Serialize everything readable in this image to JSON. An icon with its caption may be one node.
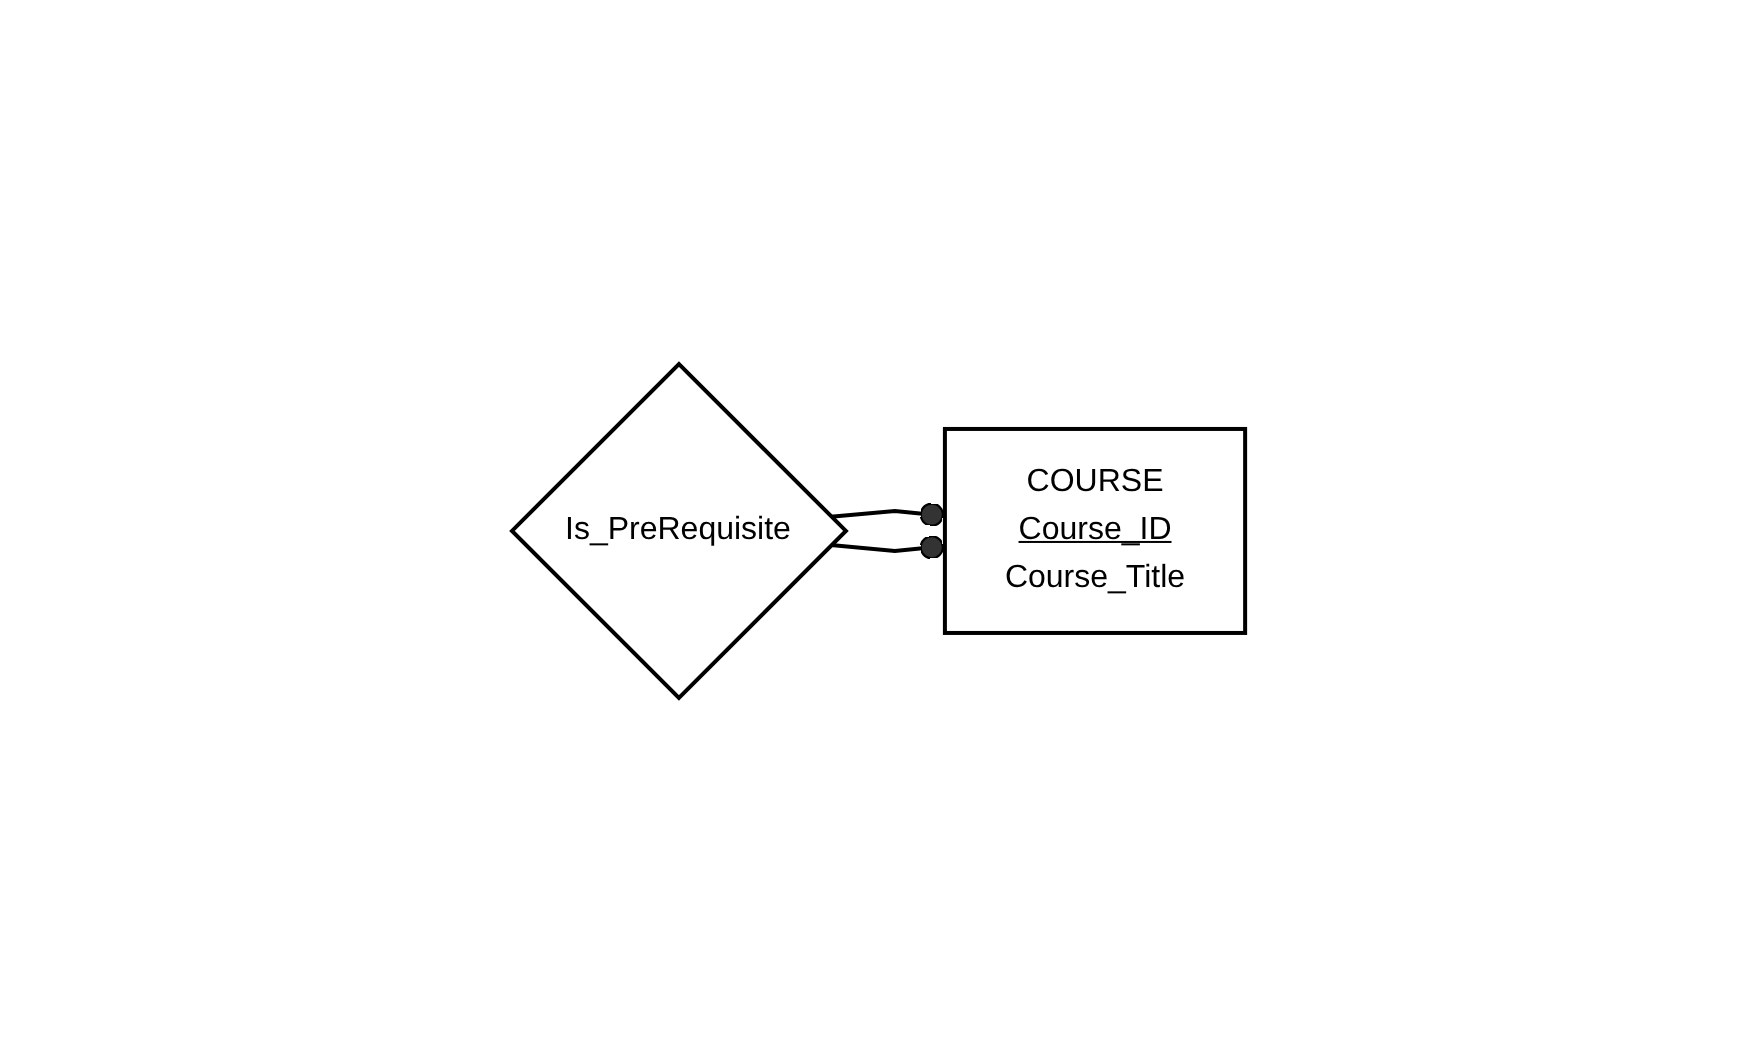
{
  "diagram": {
    "nodes": [
      {
        "text": [
          "COURSE",
          "Course_ID",
          "Course_Title"
        ]
      },
      {
        "text": [
          "Is_PreRequisite"
        ]
      }
    ],
    "edges": [
      {
        "from": 1,
        "to": 0,
        "arrow": "other"
      },
      {
        "from": 1,
        "to": 0,
        "arrow": "other"
      }
    ]
  }
}
